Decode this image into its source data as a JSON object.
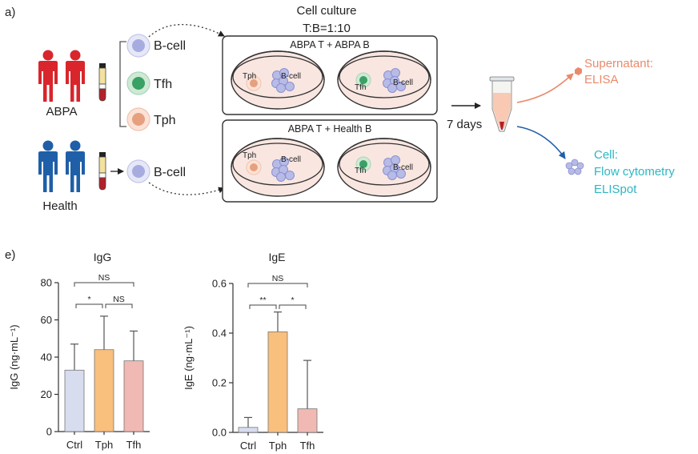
{
  "panel_a": {
    "label": "a)",
    "title_line1": "Cell culture",
    "title_line2": "T:B=1:10",
    "group_abpa": "ABPA",
    "group_health": "Health",
    "cell_bcell": "B-cell",
    "cell_tfh": "Tfh",
    "cell_tph": "Tph",
    "box_top_title": "ABPA T + ABPA B",
    "box_bottom_title": "ABPA T + Health B",
    "dish_tph": "Tph",
    "dish_tfh": "Tfh",
    "dish_bcell": "B-cell",
    "duration": "7 days",
    "supernatant_line1": "Supernatant:",
    "supernatant_line2": "ELISA",
    "cell_out_line1": "Cell:",
    "cell_out_line2": "Flow cytometry",
    "cell_out_line3": "ELISpot"
  },
  "panel_e": {
    "label": "e)"
  },
  "colors": {
    "abpa_red": "#d8262c",
    "health_blue": "#1f5fa8",
    "bcell": "#a7ace0",
    "tfh": "#2e9a5a",
    "tph": "#e7a07f",
    "supernatant": "#e98a6c",
    "cell_output": "#2cb7c2",
    "ctrl_bar": "#d7dcef",
    "tph_bar": "#f9bf7d",
    "tfh_bar": "#f1b9b3"
  },
  "chart_data": [
    {
      "type": "bar",
      "title": "IgG",
      "ylabel": "IgG (ng·mL⁻¹)",
      "categories": [
        "Ctrl",
        "Tph",
        "Tfh"
      ],
      "values": [
        33,
        44,
        38
      ],
      "errors": [
        14,
        18,
        16
      ],
      "ylim": [
        0,
        80
      ],
      "yticks": [
        "0",
        "20",
        "40",
        "60",
        "80"
      ],
      "significance": [
        {
          "from": 0,
          "to": 2,
          "label": "NS"
        },
        {
          "from": 0,
          "to": 1,
          "label": "*"
        },
        {
          "from": 1,
          "to": 2,
          "label": "NS"
        }
      ]
    },
    {
      "type": "bar",
      "title": "IgE",
      "ylabel": "IgE (ng·mL⁻¹)",
      "categories": [
        "Ctrl",
        "Tph",
        "Tfh"
      ],
      "values": [
        0.02,
        0.405,
        0.095
      ],
      "errors": [
        0.04,
        0.08,
        0.195
      ],
      "ylim": [
        0,
        0.6
      ],
      "yticks": [
        "0.0",
        "0.2",
        "0.4",
        "0.6"
      ],
      "significance": [
        {
          "from": 0,
          "to": 2,
          "label": "NS"
        },
        {
          "from": 0,
          "to": 1,
          "label": "**"
        },
        {
          "from": 1,
          "to": 2,
          "label": "*"
        }
      ]
    }
  ]
}
